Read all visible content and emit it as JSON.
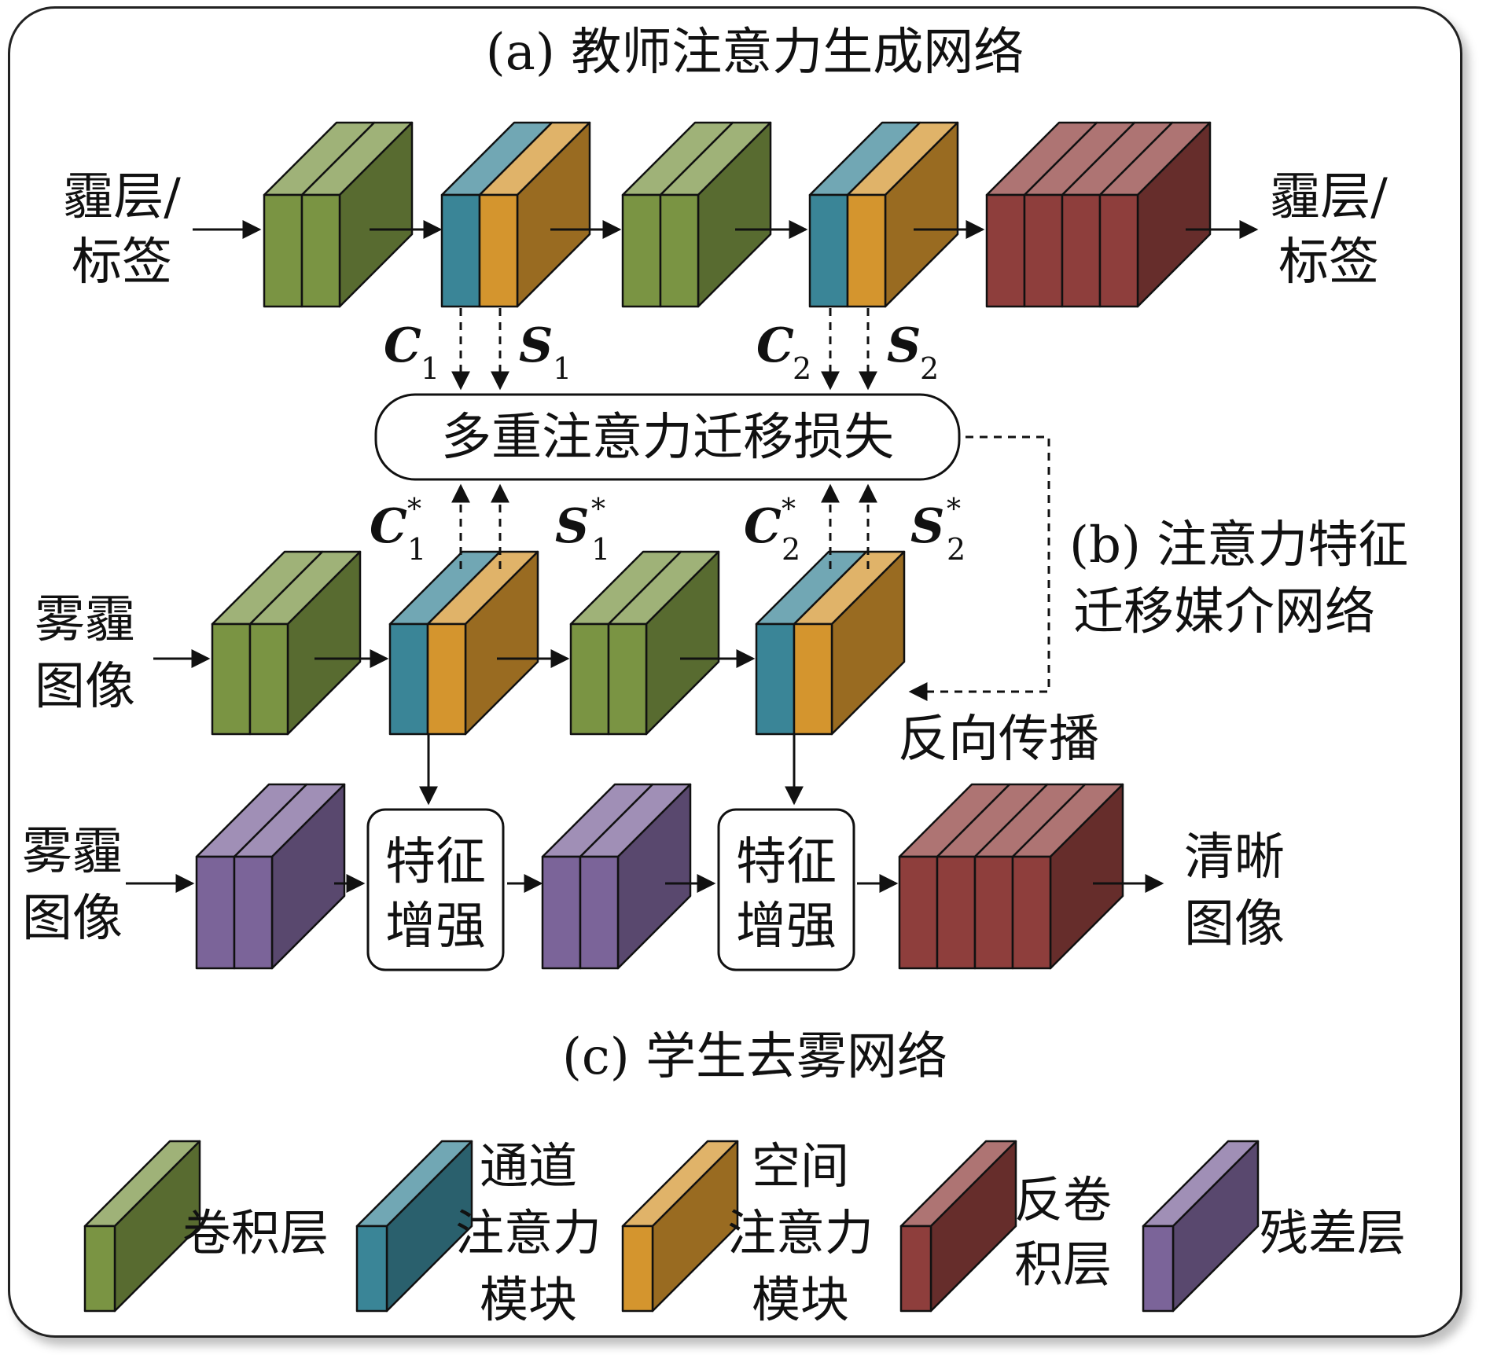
{
  "sections": {
    "teacher_title": "(a) 教师注意力生成网络",
    "mediator_title_line1": "(b) 注意力特征",
    "mediator_title_line2": "迁移媒介网络",
    "student_title": "(c) 学生去雾网络"
  },
  "teacher": {
    "input_line1": "霾层/",
    "input_line2": "标签",
    "output_line1": "霾层/",
    "output_line2": "标签"
  },
  "loss_box": "多重注意力迁移损失",
  "backprop_label": "反向传播",
  "mediator": {
    "input_line1": "雾霾",
    "input_line2": "图像"
  },
  "student": {
    "input_line1": "雾霾",
    "input_line2": "图像",
    "enhance1_line1": "特征",
    "enhance1_line2": "增强",
    "enhance2_line1": "特征",
    "enhance2_line2": "增强",
    "output_line1": "清晰",
    "output_line2": "图像"
  },
  "attention_symbols": {
    "C": "C",
    "S": "S",
    "star": "*",
    "sub1": "1",
    "sub2": "2"
  },
  "legend": {
    "conv": "卷积层",
    "channel_line1": "通道",
    "channel_line2": "注意力",
    "channel_line3": "模块",
    "spatial_line1": "空间",
    "spatial_line2": "注意力",
    "spatial_line3": "模块",
    "deconv_line1": "反卷",
    "deconv_line2": "积层",
    "residual": "残差层"
  },
  "colors": {
    "conv": "#7a9443",
    "channel": "#3a8597",
    "spatial": "#d4952e",
    "deconv": "#8e3e3c",
    "residual": "#7b6499"
  }
}
